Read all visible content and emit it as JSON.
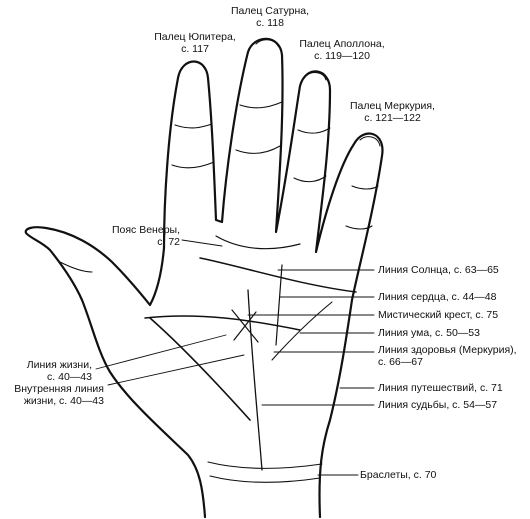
{
  "labels": {
    "saturn": {
      "line1": "Палец Сатурна,",
      "line2": "с. 118"
    },
    "jupiter": {
      "line1": "Палец Юпитера,",
      "line2": "с. 117"
    },
    "apollo": {
      "line1": "Палец Аполлона,",
      "line2": "с. 119—120"
    },
    "mercury": {
      "line1": "Палец Меркурия,",
      "line2": "с. 121—122"
    },
    "venus_belt": {
      "line1": "Пояс Венеры,",
      "line2": "с. 72"
    },
    "sun_line": "Линия Солнца, с. 63—65",
    "heart_line": "Линия сердца, с. 44—48",
    "mystic_cross": "Мистический крест, с. 75",
    "head_line": "Линия ума, с. 50—53",
    "health_line": {
      "line1": "Линия здоровья (Меркурия),",
      "line2": "с. 66—67"
    },
    "travel_line": "Линия путешествий, с. 71",
    "fate_line": "Линия судьбы, с. 54—57",
    "bracelets": "Браслеты, с. 70",
    "life_line": {
      "line1": "Линия жизни,",
      "line2": "с. 40—43"
    },
    "inner_life_line": {
      "line1": "Внутренняя линия",
      "line2": "жизни, с. 40—43"
    }
  },
  "colors": {
    "ink": "#111111",
    "paper": "#ffffff"
  }
}
